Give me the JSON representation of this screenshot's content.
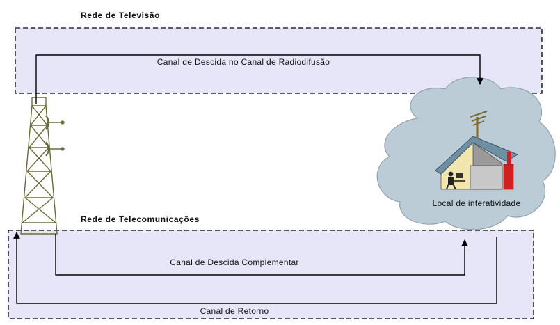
{
  "regions": {
    "tv_network": {
      "title": "Rede de Televisão",
      "fill": "#e6e6f8",
      "border": "#000000"
    },
    "telecom_network": {
      "title": "Rede de Telecomunicações",
      "fill": "#e6e6f8",
      "border": "#000000"
    }
  },
  "flows": {
    "broadcast_downlink": "Canal de Descida no Canal de Radiodifusão",
    "complementary_downlink": "Canal de Descida Complementar",
    "return_channel": "Canal de Retorno"
  },
  "nodes": {
    "interactivity_site": {
      "label": "Local de interatividade",
      "cloud_color": "#bcccd6"
    },
    "transmission_tower": {
      "icon": "transmission-tower-icon",
      "color": "#6b6b3a"
    },
    "house": {
      "icon": "house-icon",
      "roof_color": "#6f8fa3",
      "wall_color": "#c8c8c8",
      "accent": "#d02020"
    }
  }
}
